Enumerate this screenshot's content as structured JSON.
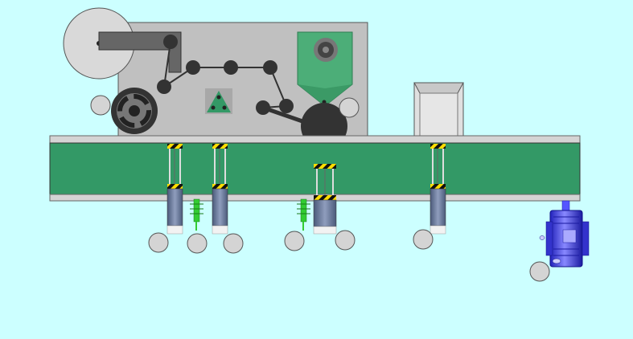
{
  "scene": {
    "background_color": "#CCFFFF",
    "conveyor_color": "#339966",
    "frame_color": "#C0C0C0",
    "roller_color": "#333333",
    "indicator_color": "#D4D4D4",
    "sensor_color": "#33CC33",
    "motor_color": "#3333FF"
  },
  "machine": {
    "name": "labeling-machine",
    "components": [
      "label-supply-reel",
      "guide-rollers",
      "rewind-reel",
      "print-head",
      "applicator-roller",
      "label-dispenser",
      "conveyor",
      "pneumatic-cylinders",
      "proximity-sensors",
      "drive-motor"
    ]
  },
  "icons": {
    "supply_reel": "reel-icon",
    "rewind_reel": "spool-icon",
    "tensioner": "triangle-tensioner-icon",
    "print_head": "print-head-icon",
    "motor": "motor-icon",
    "sensor": "proximity-sensor-icon"
  }
}
